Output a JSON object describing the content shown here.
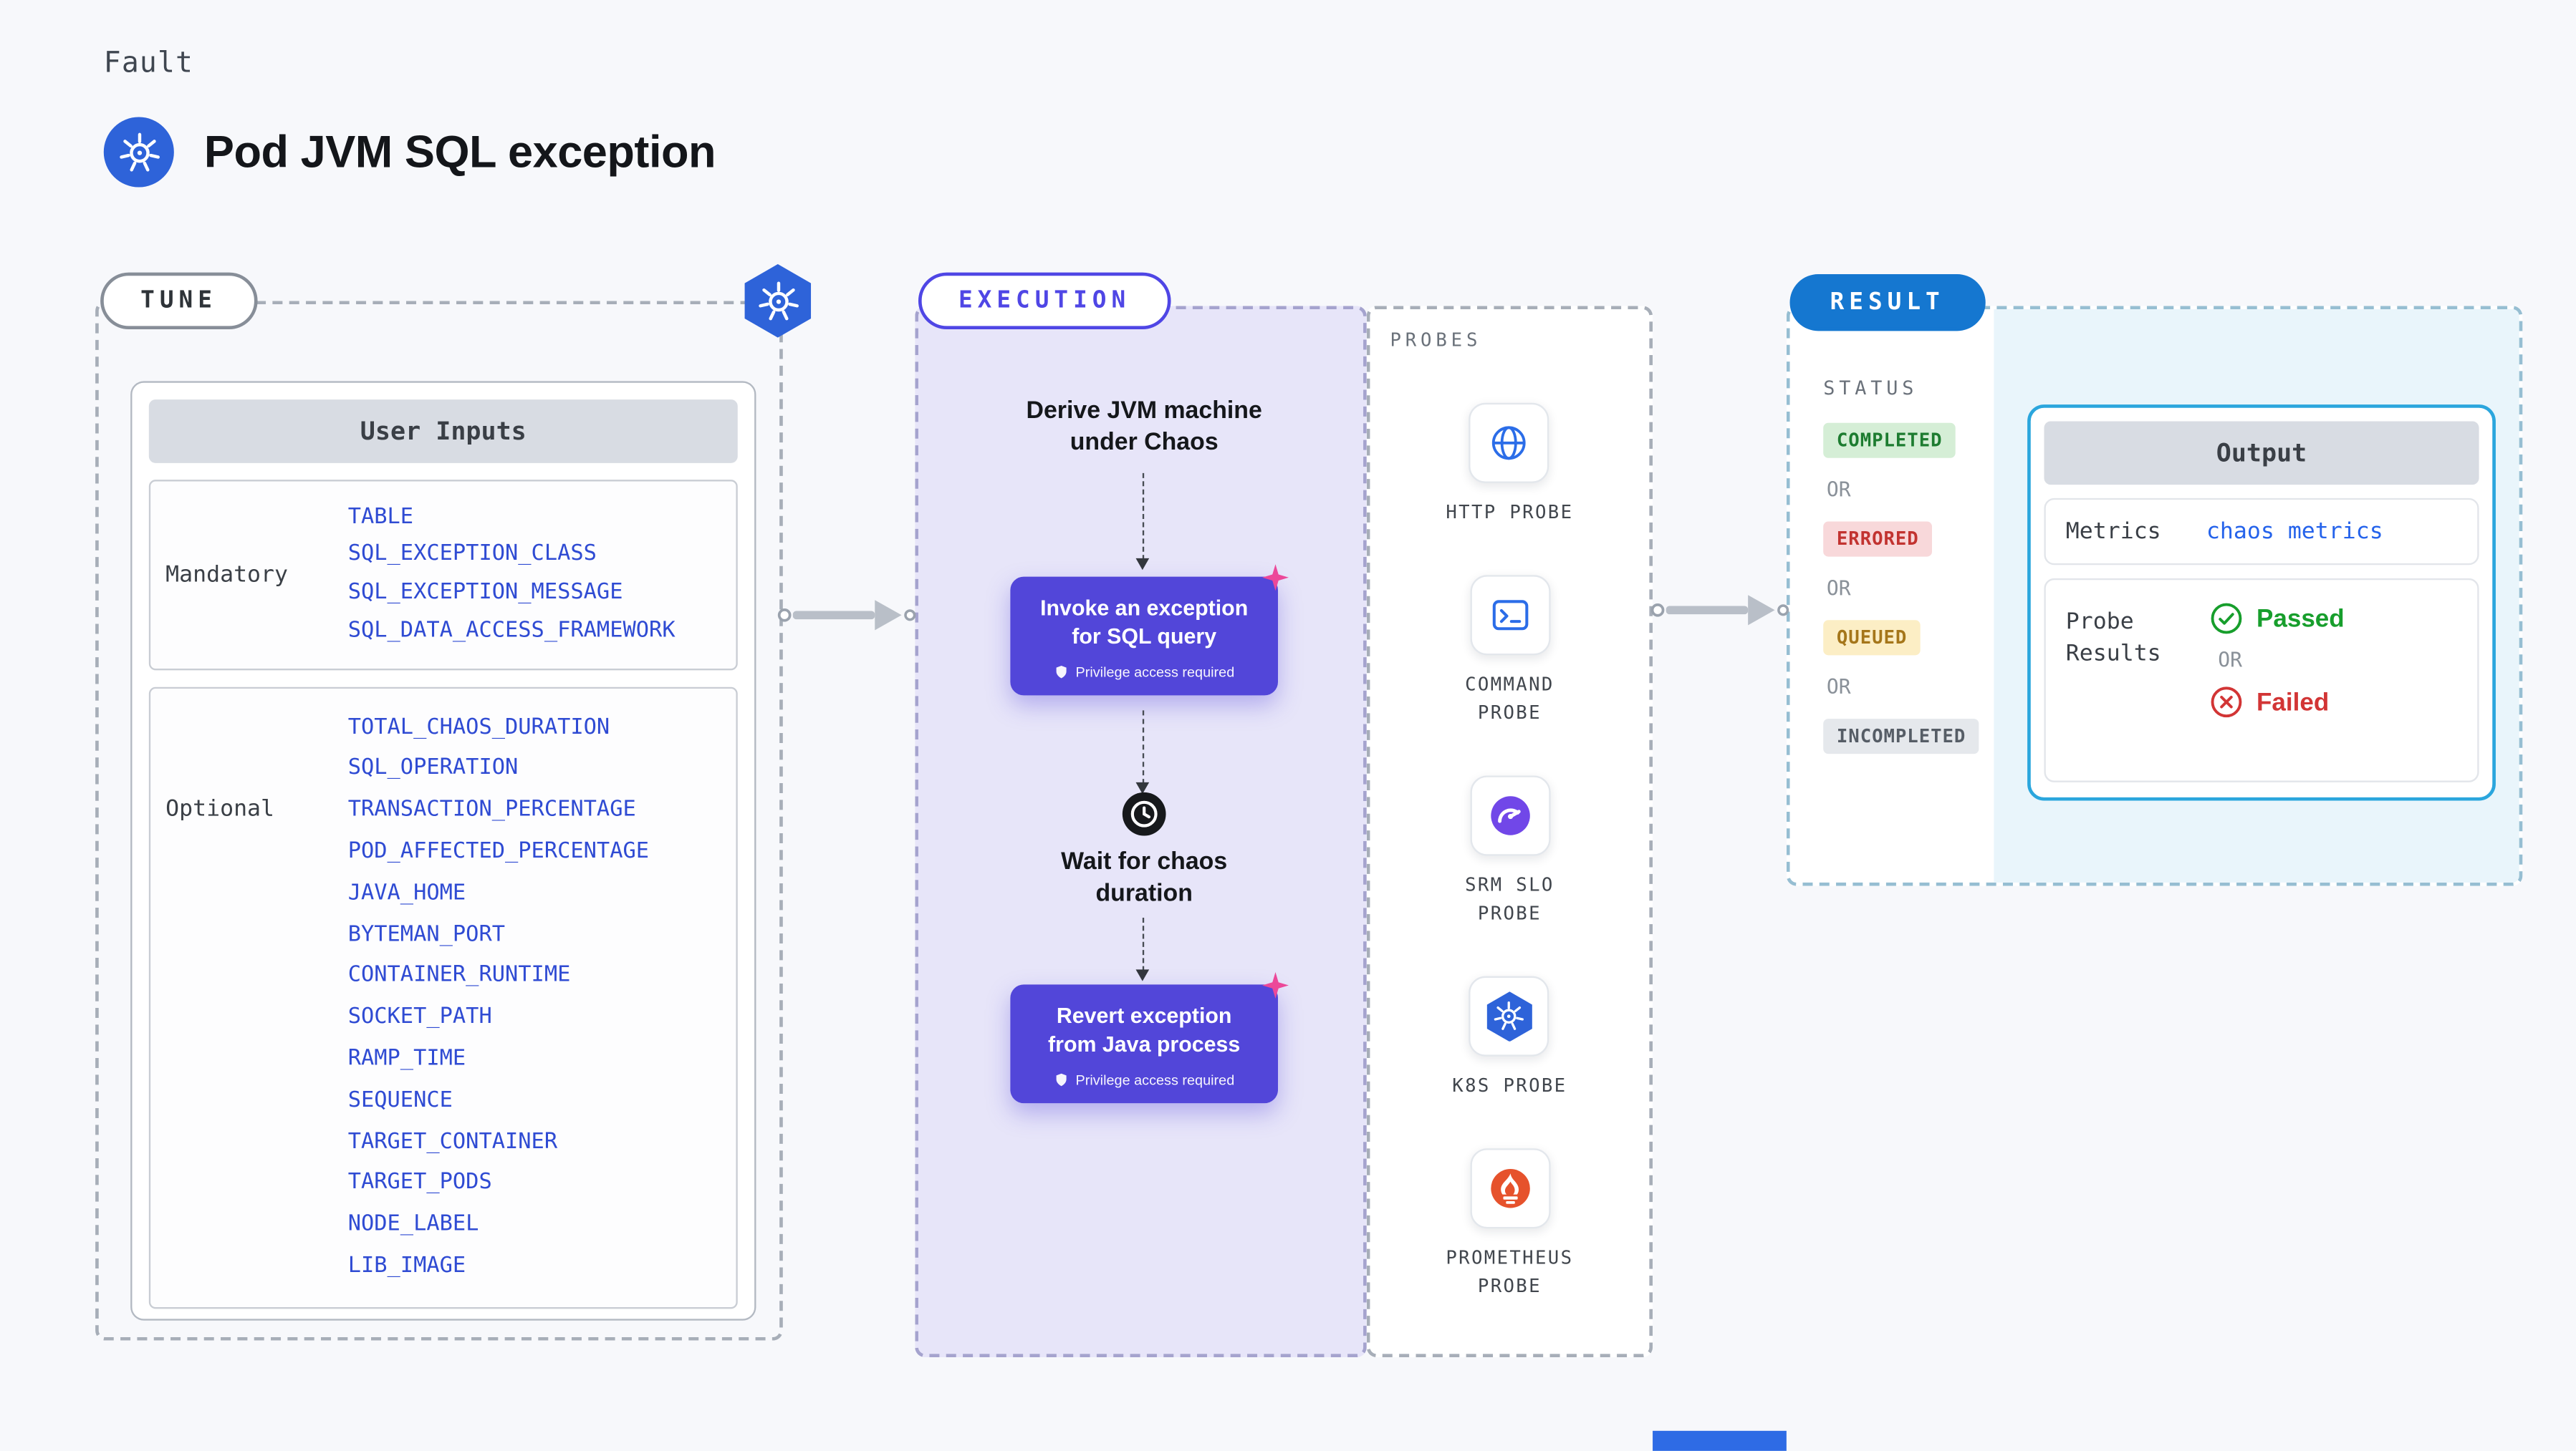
{
  "page": {
    "kicker": "Fault",
    "title": "Pod JVM SQL exception",
    "title_icon": "kubernetes-logo-icon"
  },
  "tune": {
    "label": "TUNE",
    "corner_icon": "kubernetes-logo-icon",
    "user_inputs": {
      "header": "User Inputs",
      "groups": [
        {
          "label": "Mandatory",
          "items": [
            "TABLE",
            "SQL_EXCEPTION_CLASS",
            "SQL_EXCEPTION_MESSAGE",
            "SQL_DATA_ACCESS_FRAMEWORK"
          ]
        },
        {
          "label": "Optional",
          "items": [
            "TOTAL_CHAOS_DURATION",
            "SQL_OPERATION",
            "TRANSACTION_PERCENTAGE",
            "POD_AFFECTED_PERCENTAGE",
            "JAVA_HOME",
            "BYTEMAN_PORT",
            "CONTAINER_RUNTIME",
            "SOCKET_PATH",
            "RAMP_TIME",
            "SEQUENCE",
            "TARGET_CONTAINER",
            "TARGET_PODS",
            "NODE_LABEL",
            "LIB_IMAGE"
          ]
        }
      ]
    }
  },
  "execution": {
    "label": "EXECUTION",
    "steps": {
      "derive": "Derive JVM machine under Chaos",
      "invoke": {
        "title": "Invoke an exception for SQL query",
        "note": "Privilege access required",
        "note_icon": "shield-icon",
        "corner_icon": "chaos-spark-icon"
      },
      "wait": {
        "label": "Wait for chaos duration",
        "icon": "clock-icon"
      },
      "revert": {
        "title": "Revert exception from Java process",
        "note": "Privilege access required",
        "note_icon": "shield-icon",
        "corner_icon": "chaos-spark-icon"
      }
    }
  },
  "probes": {
    "label": "PROBES",
    "items": [
      {
        "name": "HTTP PROBE",
        "icon": "http-probe-icon"
      },
      {
        "name": "COMMAND PROBE",
        "icon": "command-probe-icon"
      },
      {
        "name": "SRM SLO PROBE",
        "icon": "srm-slo-probe-icon"
      },
      {
        "name": "K8S PROBE",
        "icon": "k8s-probe-icon"
      },
      {
        "name": "PROMETHEUS PROBE",
        "icon": "prometheus-probe-icon"
      }
    ]
  },
  "result": {
    "label": "RESULT",
    "status": {
      "header": "STATUS",
      "or_label": "OR",
      "badges": [
        {
          "label": "COMPLETED",
          "tone": "green"
        },
        {
          "label": "ERRORED",
          "tone": "red"
        },
        {
          "label": "QUEUED",
          "tone": "yellow"
        },
        {
          "label": "INCOMPLETED",
          "tone": "gray"
        }
      ]
    },
    "output": {
      "header": "Output",
      "metrics": {
        "label": "Metrics",
        "value": "chaos metrics"
      },
      "probe_results": {
        "label": "Probe Results",
        "passed": "Passed",
        "or_label": "OR",
        "failed": "Failed",
        "passed_icon": "check-circle-icon",
        "failed_icon": "x-circle-icon"
      }
    }
  },
  "colors": {
    "page_background": "#f7f8fb",
    "kubernetes_blue": "#2e63d9",
    "execution_purple": "#5246d9",
    "execution_background": "#e7e5f9",
    "result_pill_blue": "#1577d0",
    "output_border_cyan": "#2ba6dd",
    "input_text_blue": "#2f4bd3",
    "status_completed": "#1d7c30",
    "status_errored": "#c23330",
    "status_queued": "#a5761a",
    "status_incompleted": "#565d66",
    "passed_green": "#179e2c",
    "failed_red": "#d23535",
    "chaos_pink": "#ec4899",
    "prometheus_orange": "#e6522c",
    "srm_purple": "#7147e8"
  }
}
